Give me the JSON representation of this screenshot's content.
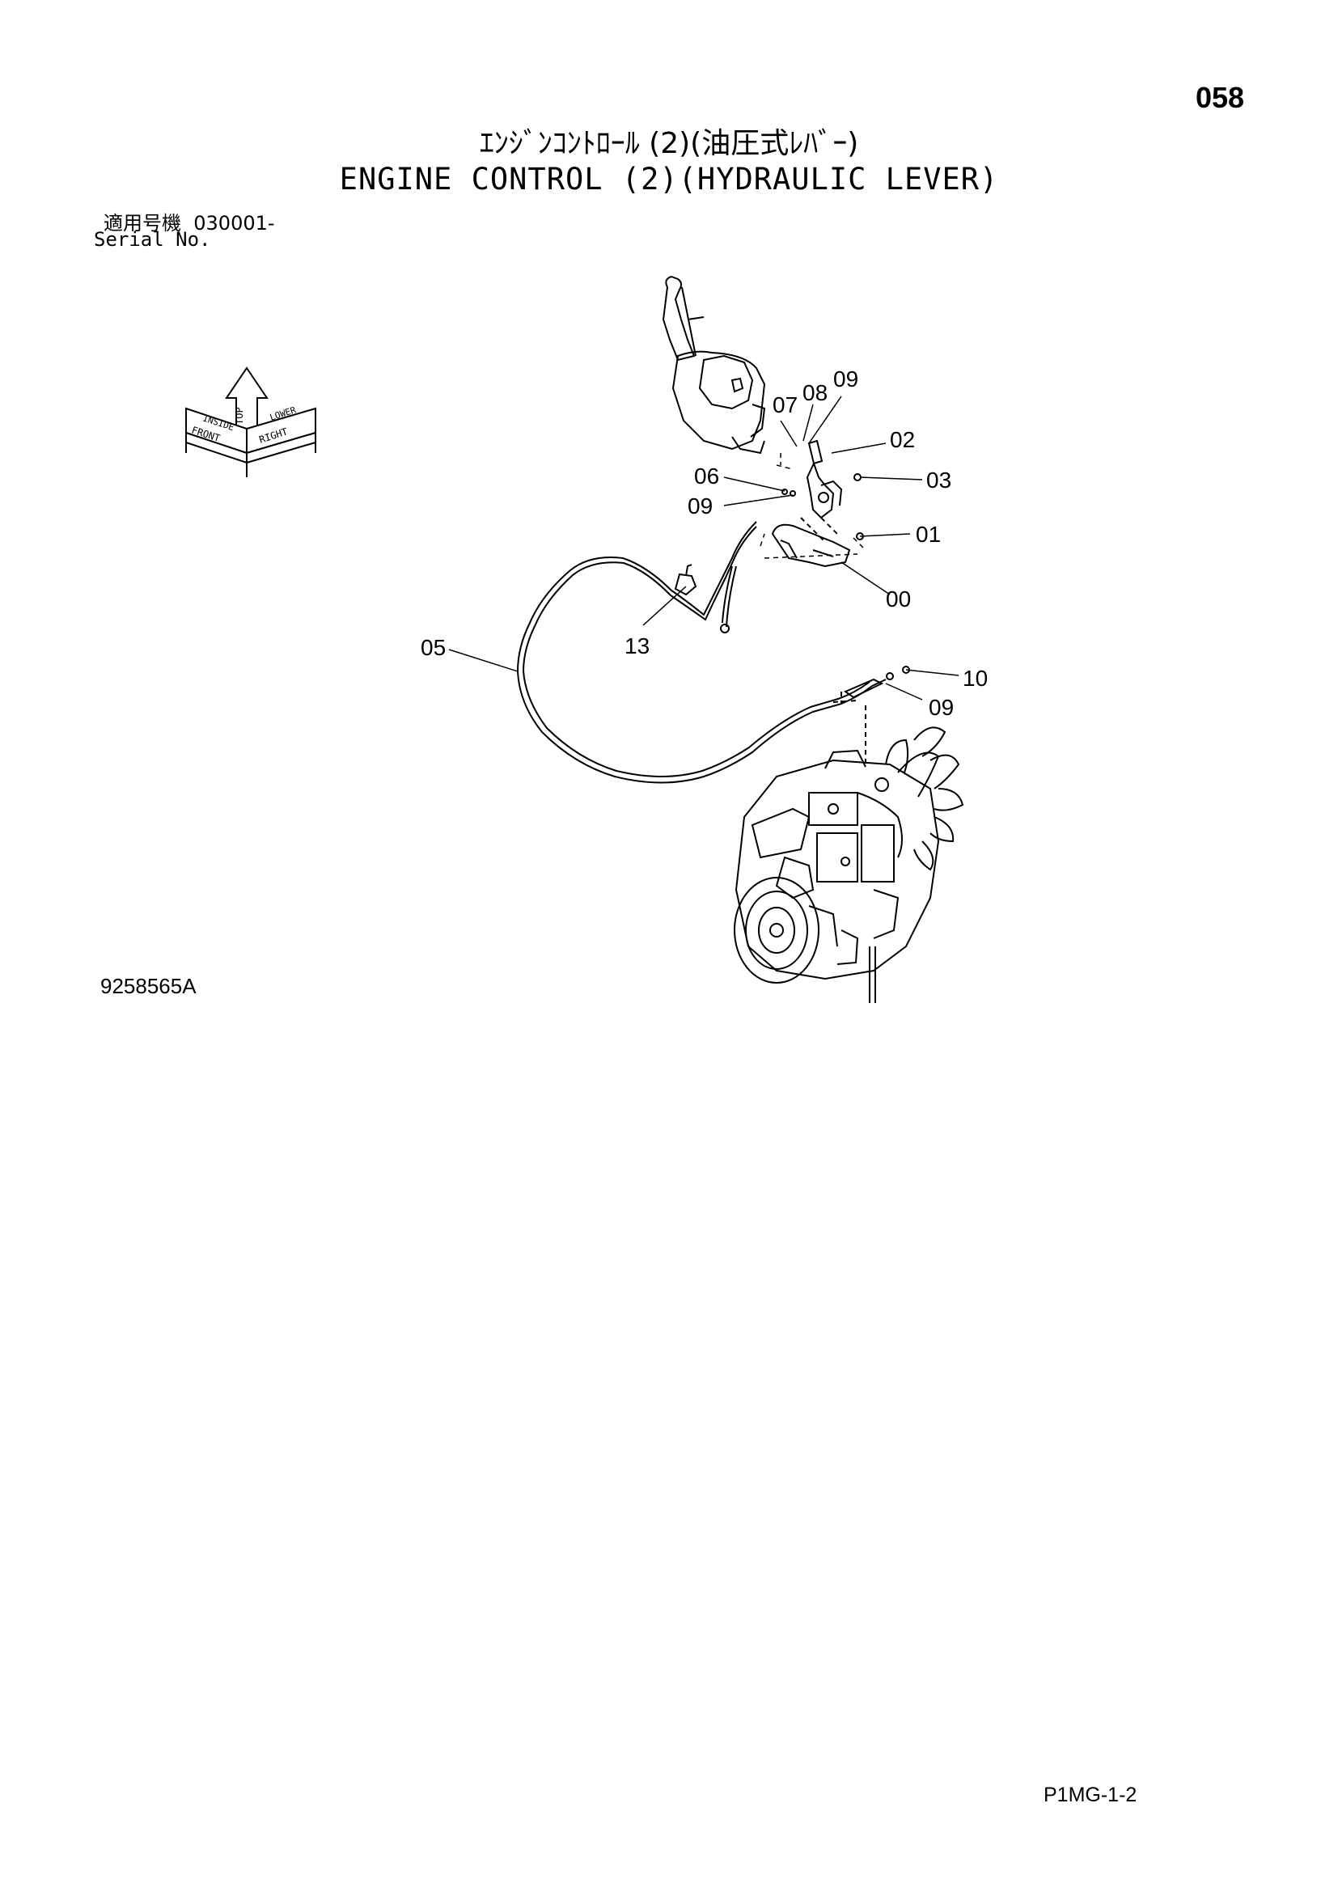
{
  "header": {
    "page_number": "058",
    "title_jp": "ｴﾝｼﾞﾝｺﾝﾄﾛｰﾙ (2)(油圧式ﾚﾊﾞｰ)",
    "title_en": "ENGINE CONTROL (2)(HYDRAULIC LEVER)"
  },
  "serial": {
    "label_jp": "適用号機",
    "value": "030001-",
    "label_en": "Serial No."
  },
  "orientation": {
    "top": "TOP",
    "front": "FRONT",
    "right": "RIGHT",
    "inside": "INSIDE",
    "lower": "LOWER"
  },
  "callouts": {
    "c00": "00",
    "c01": "01",
    "c02": "02",
    "c03": "03",
    "c05": "05",
    "c06": "06",
    "c07": "07",
    "c08": "08",
    "c09a": "09",
    "c09b": "09",
    "c09c": "09",
    "c10": "10",
    "c13": "13"
  },
  "footer": {
    "drawing_number": "9258565A",
    "page_code": "P1MG-1-2"
  }
}
